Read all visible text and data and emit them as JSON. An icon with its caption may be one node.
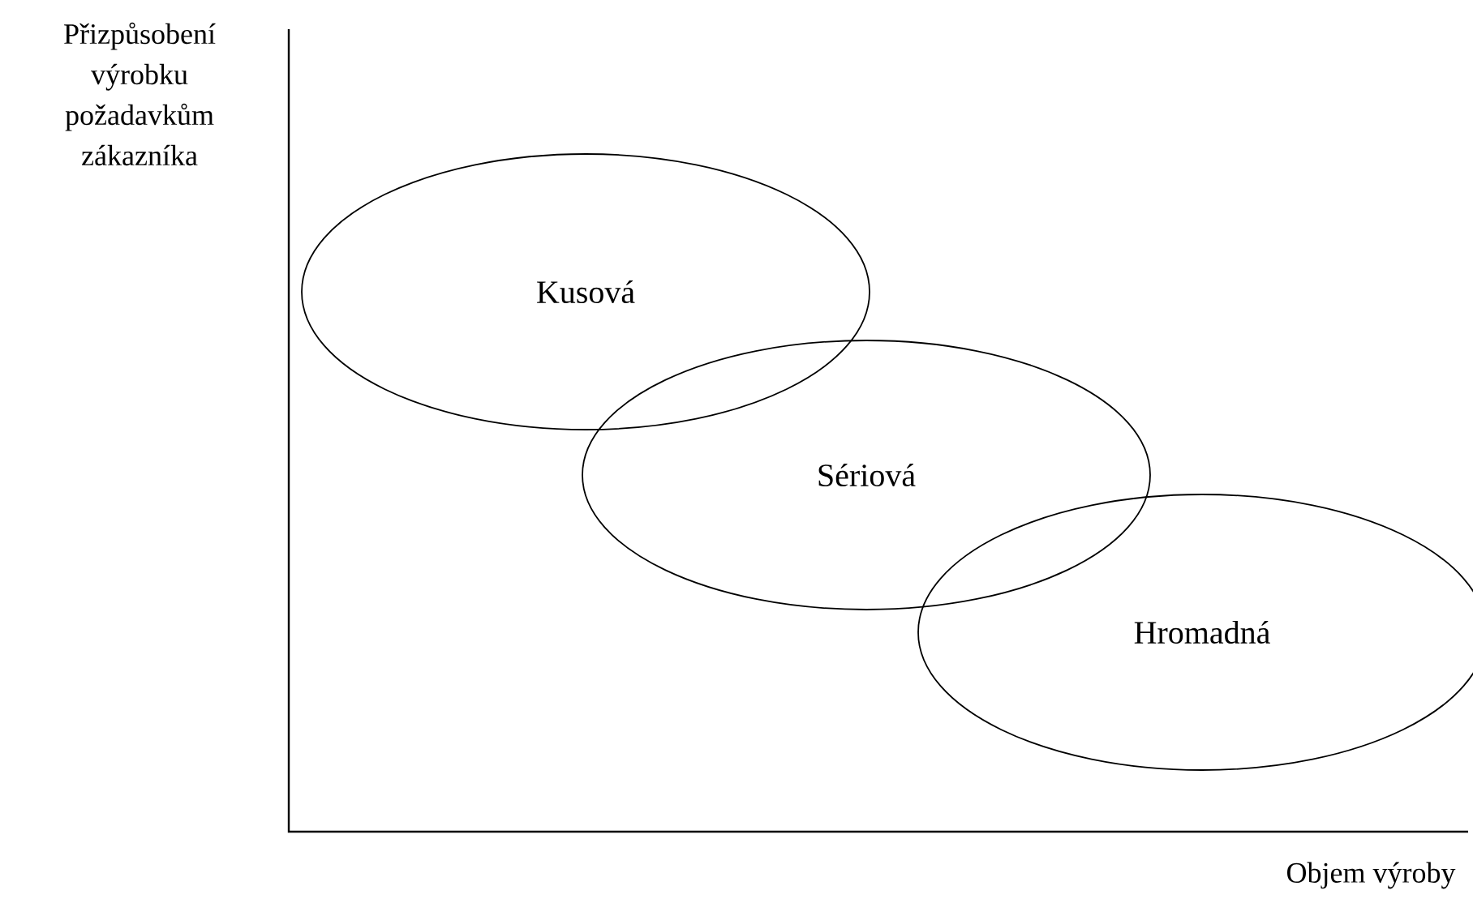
{
  "diagram": {
    "nodes": [
      {
        "text": [
          "Kusová"
        ]
      },
      {
        "text": [
          "Sériová"
        ]
      },
      {
        "text": [
          "Hromadná"
        ]
      }
    ],
    "labels": [
      "Přizpůsobení výrobku požadavkům zákazníka",
      "Objem výroby"
    ]
  }
}
